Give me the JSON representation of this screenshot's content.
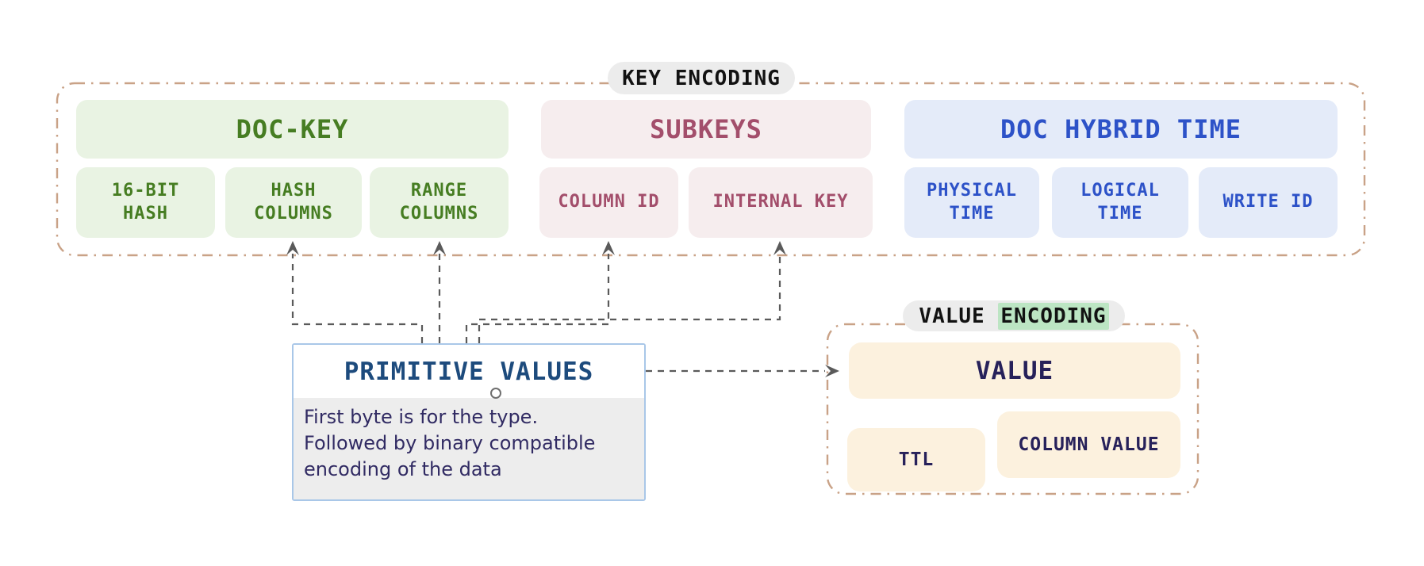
{
  "key_encoding": {
    "frame_label": "KEY ENCODING",
    "groups": [
      {
        "title": "DOC-KEY",
        "theme": "green",
        "items": [
          {
            "label": "16-BIT\nHASH"
          },
          {
            "label": "HASH\nCOLUMNS"
          },
          {
            "label": "RANGE\nCOLUMNS"
          }
        ]
      },
      {
        "title": "SUBKEYS",
        "theme": "pink",
        "items": [
          {
            "label": "COLUMN ID"
          },
          {
            "label": "INTERNAL KEY"
          }
        ]
      },
      {
        "title": "DOC HYBRID TIME",
        "theme": "blue",
        "items": [
          {
            "label": "PHYSICAL\nTIME"
          },
          {
            "label": "LOGICAL\nTIME"
          },
          {
            "label": "WRITE ID"
          }
        ]
      }
    ]
  },
  "primitive_values": {
    "title": "PRIMITIVE VALUES",
    "description": "First byte is for the type.\nFollowed by binary compatible\nencoding of the data"
  },
  "value_encoding": {
    "frame_label_plain": "VALUE ",
    "frame_label_highlighted": "ENCODING",
    "value_box_label": "VALUE",
    "items": [
      {
        "label": "TTL"
      },
      {
        "label": "COLUMN VALUE"
      }
    ]
  },
  "colors": {
    "green_bg": "#e9f3e3",
    "green_text": "#467d22",
    "pink_bg": "#f6edee",
    "pink_text": "#a34e6b",
    "blue_bg": "#e4ebf9",
    "blue_text": "#2d52c8",
    "cream_bg": "#fcf1de",
    "navy_text": "#27215a",
    "pill_bg": "#ececec",
    "pill_text": "#121212",
    "highlight_green": "#bce5c3",
    "frame_border": "#c9a287",
    "connector": "#5a5a5a",
    "pv_border": "#a9c7e8",
    "pv_title": "#1d4b7d",
    "pv_body_bg": "#ededed",
    "pv_body_text": "#312b63",
    "handle_border": "#6f6f6f"
  }
}
